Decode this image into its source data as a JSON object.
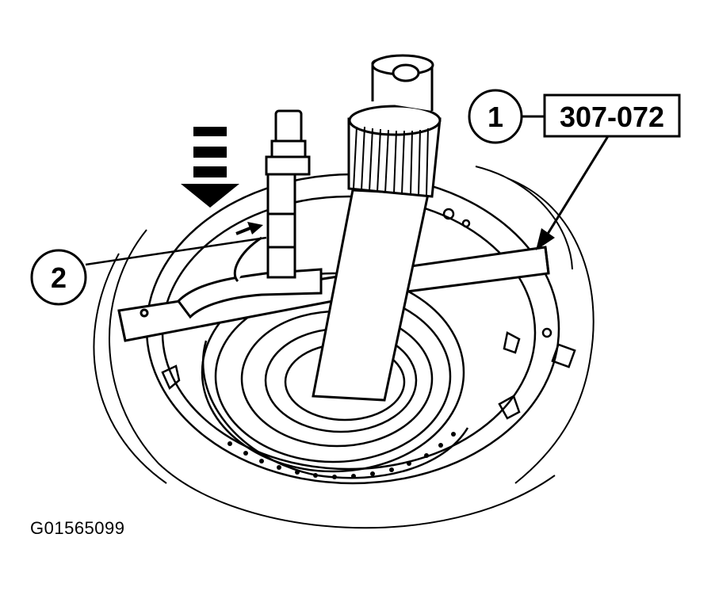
{
  "callouts": [
    {
      "id": "1",
      "label": "1"
    },
    {
      "id": "2",
      "label": "2"
    }
  ],
  "tool_number": "307-072",
  "figure_id": "G01565099",
  "colors": {
    "ink": "#000000",
    "paper": "#ffffff"
  }
}
